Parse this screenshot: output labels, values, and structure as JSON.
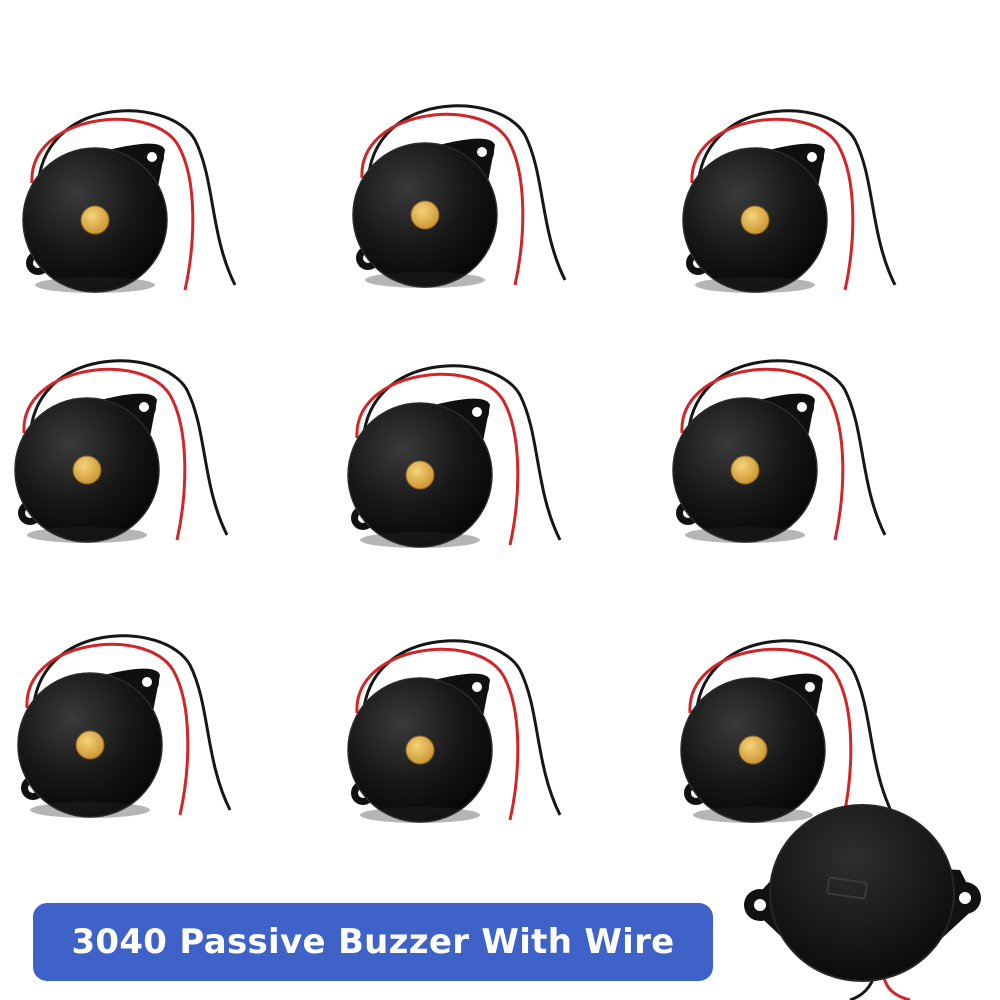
{
  "caption": {
    "text": "3040 Passive Buzzer With Wire",
    "background": "#3e62c8",
    "text_color": "#ffffff"
  },
  "product": {
    "front_view_count": 9,
    "rear_view_count": 1,
    "body_color": "#141414",
    "center_disc_color": "#e7b64b",
    "wire_colors": [
      "#d0262a",
      "#161616"
    ]
  }
}
